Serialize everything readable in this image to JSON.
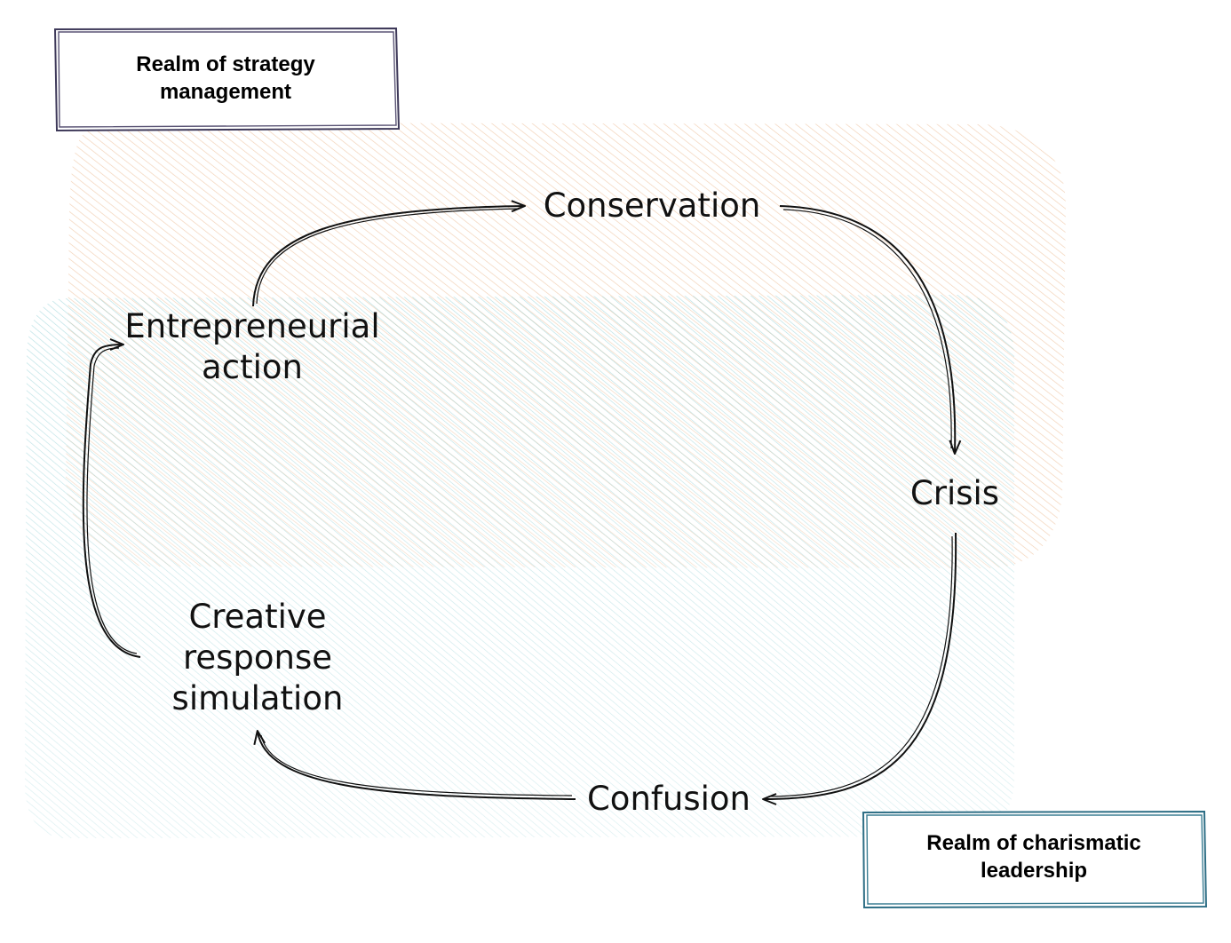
{
  "legend": {
    "strategy_label": "Realm of strategy management",
    "charismatic_label": "Realm of charismatic leadership",
    "strategy_color": "#e8a773",
    "charismatic_color": "#6cc1c9"
  },
  "nodes": {
    "conservation": "Conservation",
    "entrepreneurial_line1": "Entrepreneurial",
    "entrepreneurial_line2": "action",
    "crisis": "Crisis",
    "creative_line1": "Creative",
    "creative_line2": "response",
    "creative_line3": "simulation",
    "confusion": "Confusion"
  },
  "edges": [
    {
      "from": "entrepreneurial-action",
      "to": "conservation"
    },
    {
      "from": "conservation",
      "to": "crisis"
    },
    {
      "from": "crisis",
      "to": "confusion"
    },
    {
      "from": "confusion",
      "to": "creative-response-simulation"
    },
    {
      "from": "creative-response-simulation",
      "to": "entrepreneurial-action"
    }
  ]
}
